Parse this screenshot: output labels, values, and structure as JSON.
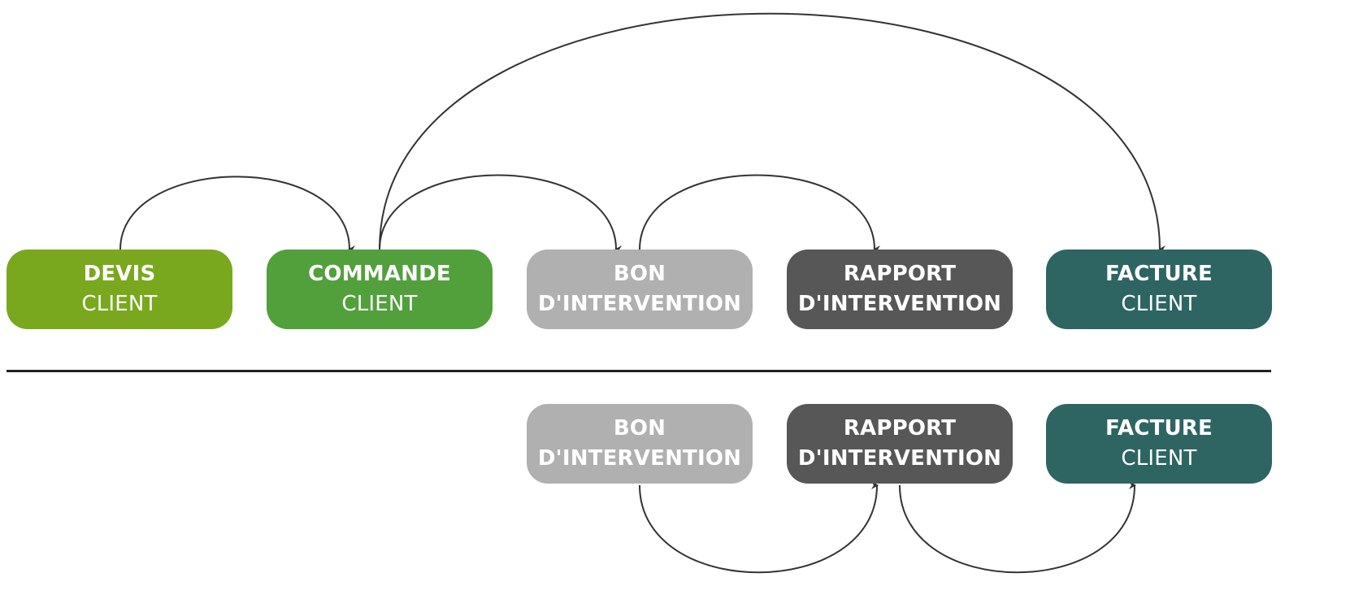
{
  "colors": {
    "devis": "#79a81f",
    "commande": "#52a03c",
    "bon": "#b0b0b0",
    "rapport": "#575757",
    "facture": "#2e6563",
    "arrow": "#333333",
    "divider": "#222222"
  },
  "top_row": {
    "devis": {
      "line1": "DEVIS",
      "line2": "CLIENT"
    },
    "commande": {
      "line1": "COMMANDE",
      "line2": "CLIENT"
    },
    "bon": {
      "line1": "BON",
      "line2": "D'INTERVENTION"
    },
    "rapport": {
      "line1": "RAPPORT",
      "line2": "D'INTERVENTION"
    },
    "facture": {
      "line1": "FACTURE",
      "line2": "CLIENT"
    }
  },
  "bottom_row": {
    "bon": {
      "line1": "BON",
      "line2": "D'INTERVENTION"
    },
    "rapport": {
      "line1": "RAPPORT",
      "line2": "D'INTERVENTION"
    },
    "facture": {
      "line1": "FACTURE",
      "line2": "CLIENT"
    }
  },
  "arrows": [
    {
      "from": "devis",
      "to": "commande",
      "row": "top"
    },
    {
      "from": "commande",
      "to": "bon",
      "row": "top"
    },
    {
      "from": "bon",
      "to": "rapport",
      "row": "top"
    },
    {
      "from": "commande",
      "to": "facture",
      "row": "top"
    },
    {
      "from": "bon",
      "to": "rapport",
      "row": "bottom"
    },
    {
      "from": "rapport",
      "to": "facture",
      "row": "bottom"
    }
  ]
}
